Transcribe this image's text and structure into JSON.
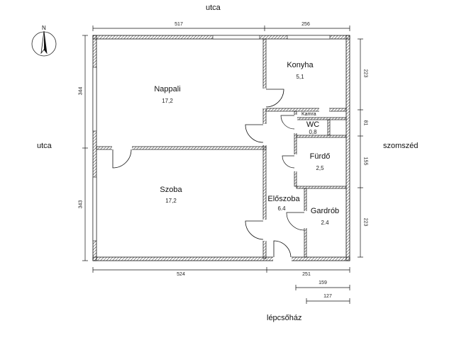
{
  "streets": {
    "top": "utca",
    "left": "utca",
    "right": "szomszéd",
    "bottom": "lépcsőház"
  },
  "compass": {
    "label": "N"
  },
  "rooms": {
    "nappali": {
      "name": "Nappali",
      "area": "17,2"
    },
    "szoba": {
      "name": "Szoba",
      "area": "17,2"
    },
    "konyha": {
      "name": "Konyha",
      "area": "5,1"
    },
    "kamra": {
      "name": "Kamra"
    },
    "wc": {
      "name": "WC",
      "area": "0,8"
    },
    "furdo": {
      "name": "Fürdő",
      "area": "2,5"
    },
    "eloszoba": {
      "name": "Előszoba",
      "area": "6.4"
    },
    "gardrob": {
      "name": "Gardrób",
      "area": "2.4"
    }
  },
  "dimensions": {
    "top_left": "517",
    "top_right": "256",
    "bottom_left": "524",
    "bottom_right": "251",
    "bottom_159": "159",
    "bottom_127": "127",
    "left_upper": "344",
    "left_lower": "343",
    "right_223a": "223",
    "right_81": "81",
    "right_155": "155",
    "right_223b": "223"
  }
}
